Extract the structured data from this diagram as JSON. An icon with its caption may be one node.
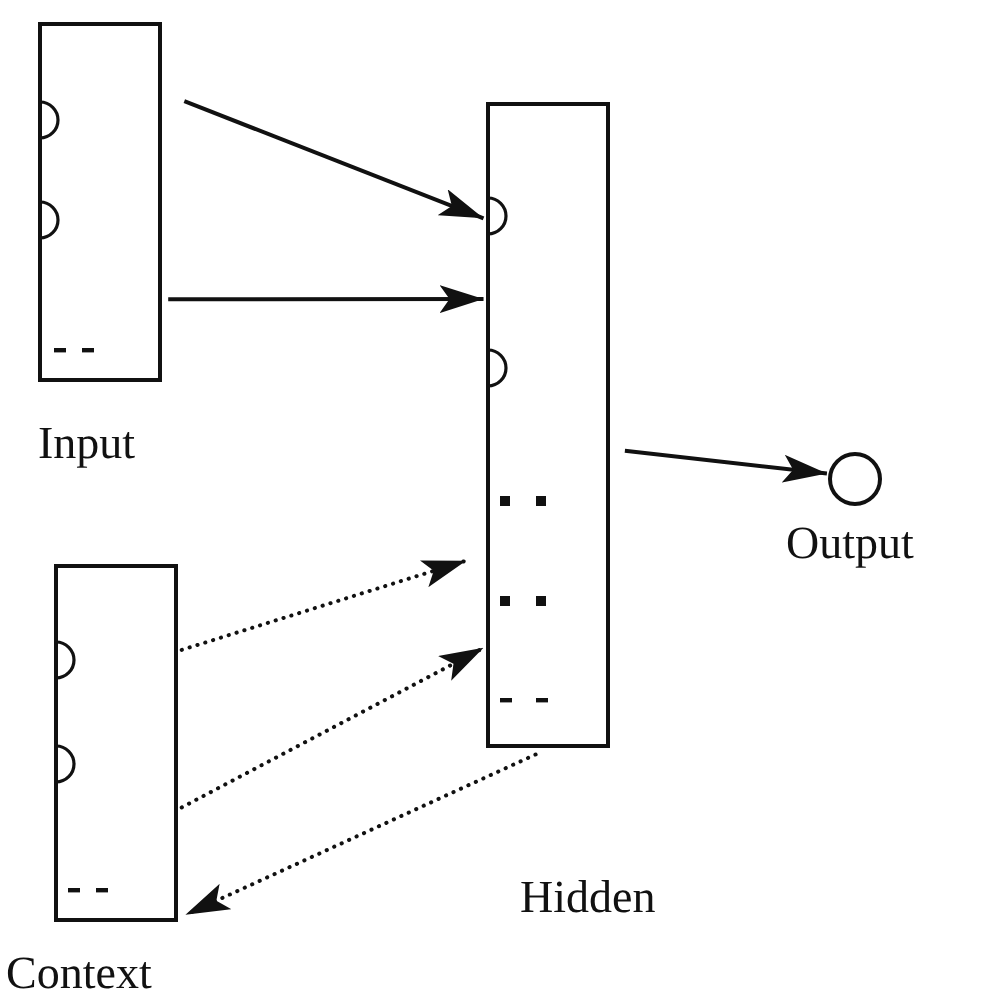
{
  "diagram": {
    "nodes": [
      {
        "text": [
          "Input"
        ]
      },
      {
        "text": [
          "Hidden"
        ]
      },
      {
        "text": [
          "Context"
        ]
      },
      {
        "text": [
          "Output"
        ]
      }
    ],
    "edges": [
      {
        "from": 0,
        "to": 1,
        "arrow": "to"
      },
      {
        "from": 0,
        "to": 1,
        "arrow": "to"
      },
      {
        "from": 2,
        "to": 1,
        "arrow": "to",
        "style": "dashed"
      },
      {
        "from": 2,
        "to": 1,
        "arrow": "to",
        "style": "dashed"
      },
      {
        "from": 1,
        "to": 2,
        "arrow": "to",
        "style": "dashed"
      },
      {
        "from": 1,
        "to": 3,
        "arrow": "to"
      }
    ]
  }
}
